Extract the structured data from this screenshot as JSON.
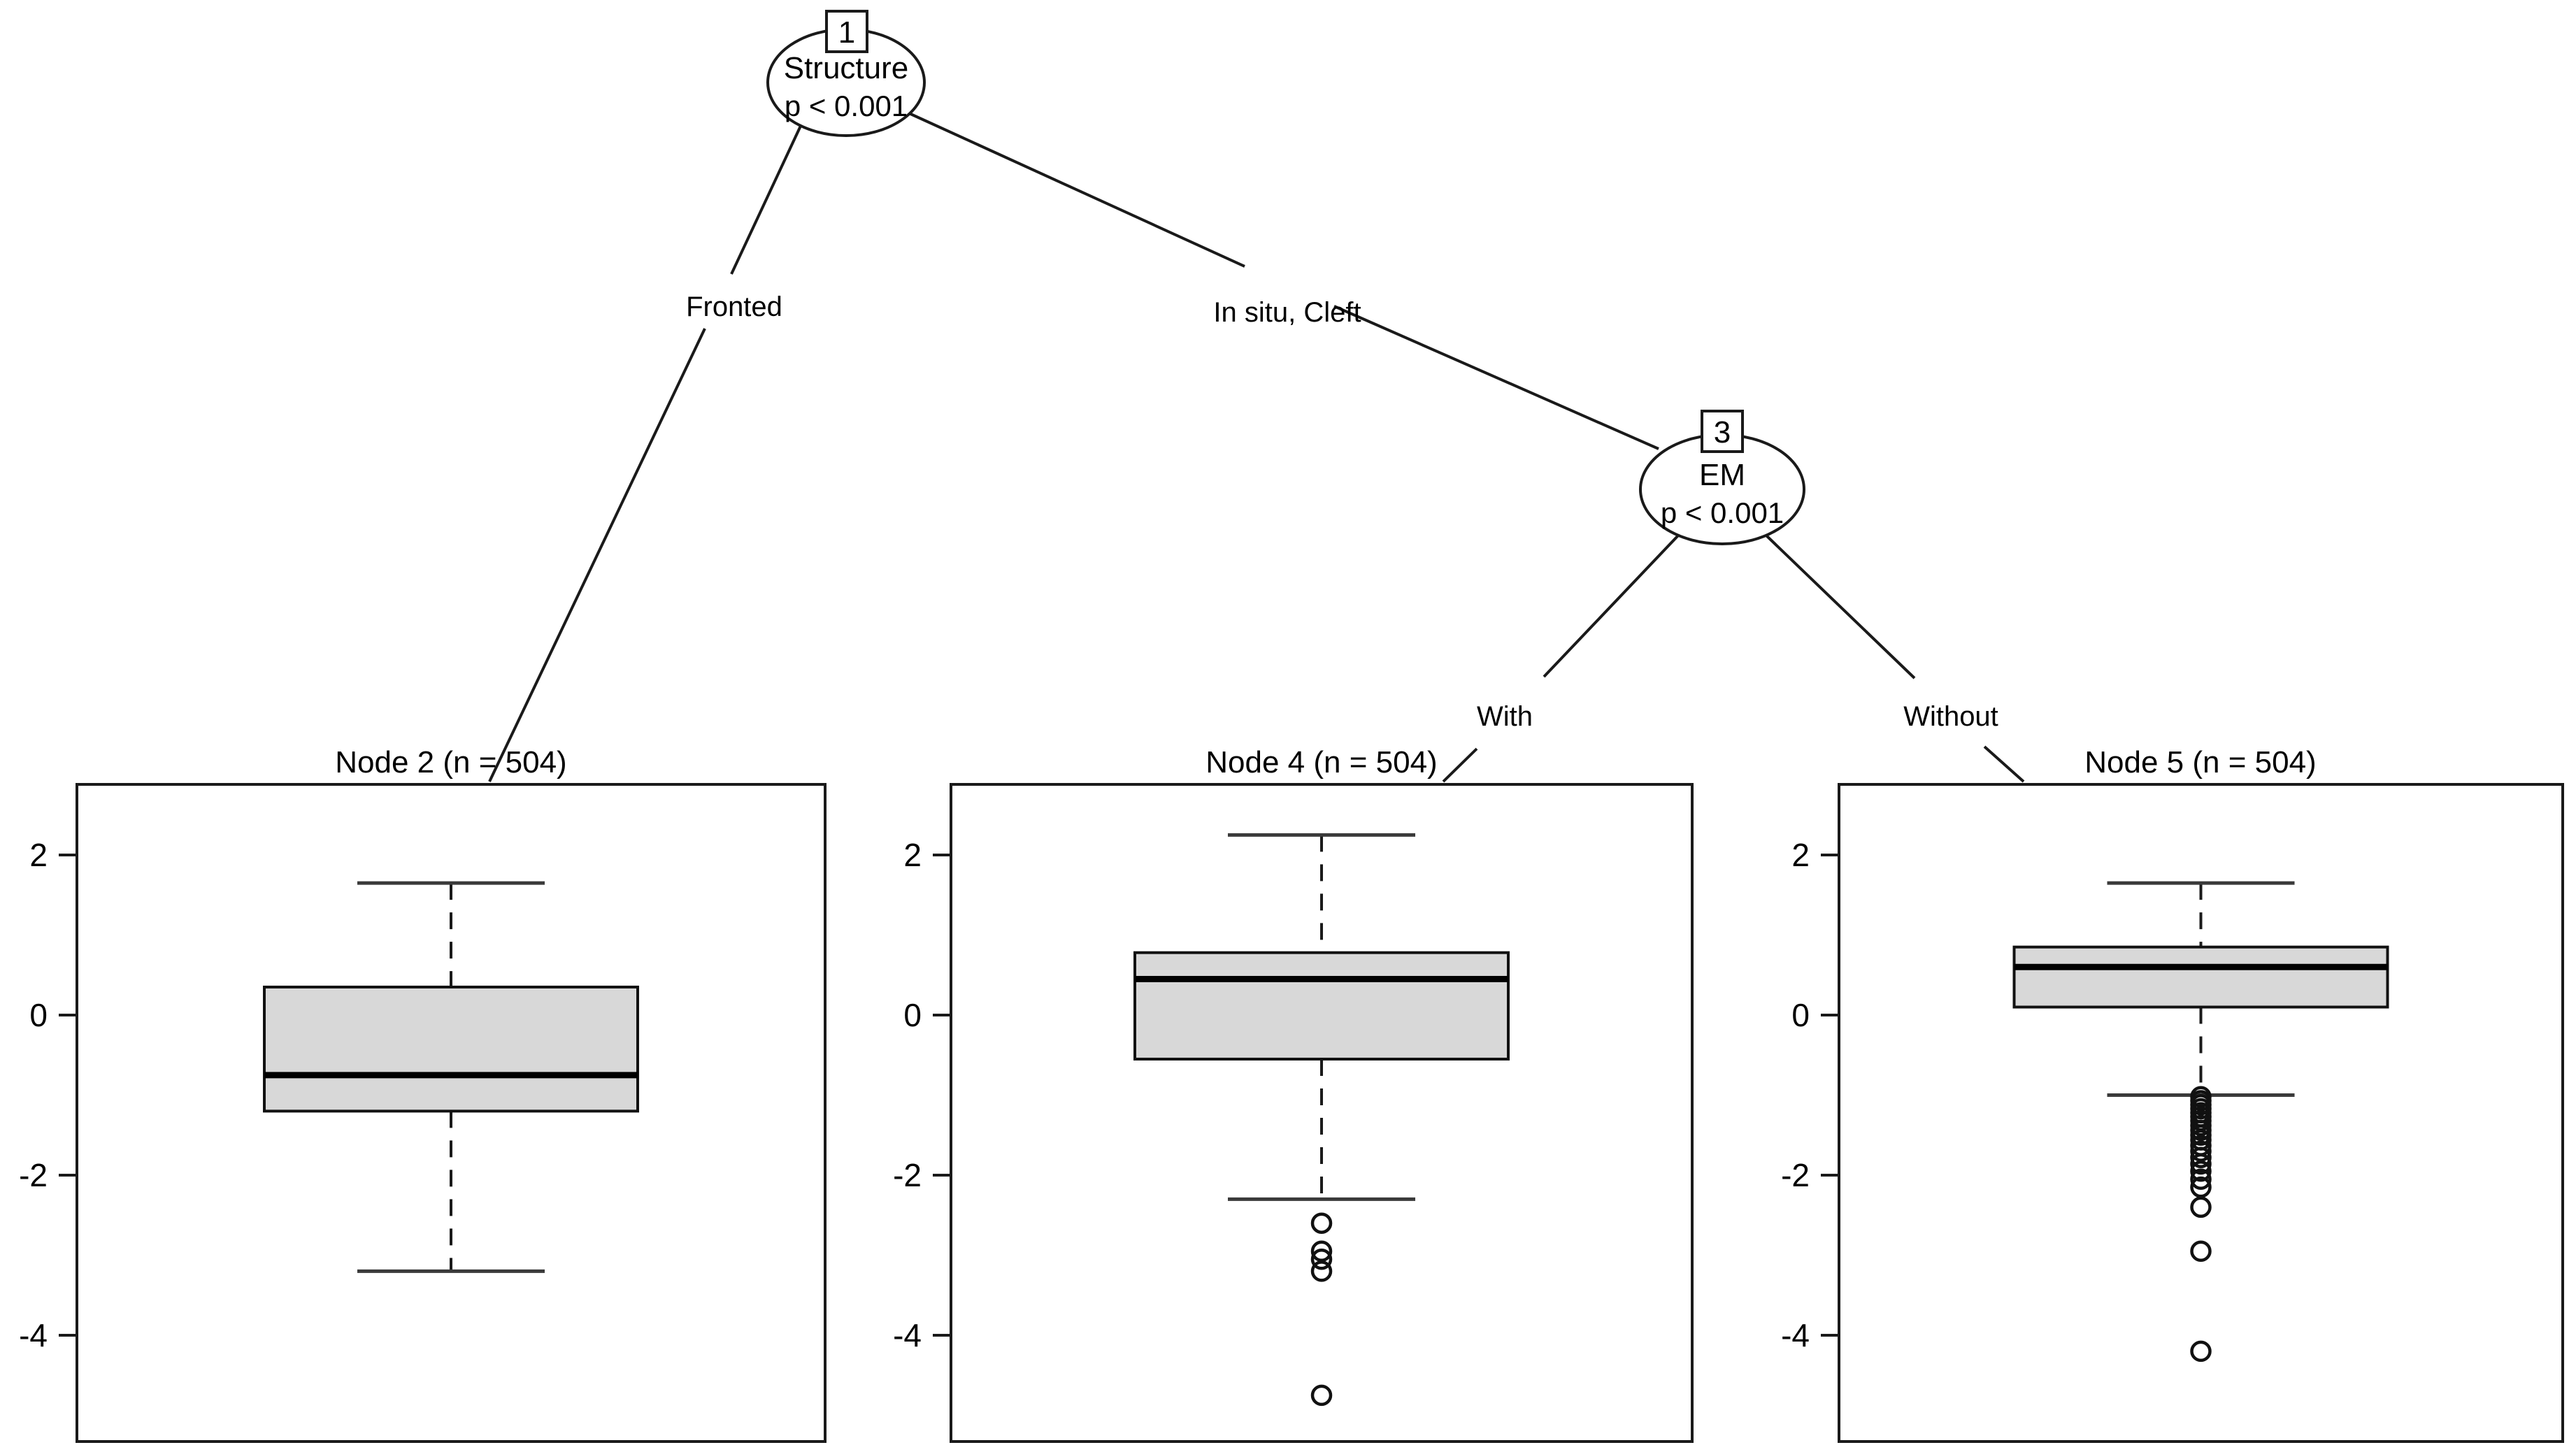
{
  "figure": {
    "background": "#ffffff",
    "ink_color": "#1a1a1a",
    "box_fill": "#d8d8d8"
  },
  "tree": {
    "nodes": [
      {
        "id": "1",
        "variable": "Structure",
        "p_value": "p < 0.001"
      },
      {
        "id": "3",
        "variable": "EM",
        "p_value": "p < 0.001"
      }
    ],
    "edges": [
      {
        "label": "Fronted"
      },
      {
        "label": "In situ, Cleft"
      },
      {
        "label": "With"
      },
      {
        "label": "Without"
      }
    ]
  },
  "chart_data": {
    "type": "boxplot",
    "title": "Conditional inference tree with boxplot terminal nodes",
    "xlabel": "",
    "ylabel": "",
    "legend": "none",
    "axis": {
      "ticks": [
        2,
        0,
        -2,
        -4
      ],
      "ylim": [
        -5.3,
        2.9
      ],
      "grid": false
    },
    "panels": [
      {
        "title": "Node 2 (n = 504)",
        "n": 504,
        "stats": {
          "whisker_low": -3.2,
          "q1": -1.2,
          "median": -0.75,
          "q3": 0.35,
          "whisker_high": 1.65
        },
        "outliers": []
      },
      {
        "title": "Node 4 (n = 504)",
        "n": 504,
        "stats": {
          "whisker_low": -2.3,
          "q1": -0.55,
          "median": 0.45,
          "q3": 0.78,
          "whisker_high": 2.25
        },
        "outliers": [
          -2.6,
          -2.95,
          -3.05,
          -3.2,
          -4.75
        ]
      },
      {
        "title": "Node 5 (n = 504)",
        "n": 504,
        "stats": {
          "whisker_low": -1.0,
          "q1": 0.1,
          "median": 0.6,
          "q3": 0.85,
          "whisker_high": 1.65
        },
        "outliers": [
          -1.02,
          -1.07,
          -1.12,
          -1.17,
          -1.22,
          -1.27,
          -1.32,
          -1.38,
          -1.44,
          -1.5,
          -1.56,
          -1.63,
          -1.7,
          -1.78,
          -1.86,
          -1.95,
          -2.05,
          -2.15,
          -2.4,
          -2.95,
          -4.2
        ]
      }
    ]
  }
}
